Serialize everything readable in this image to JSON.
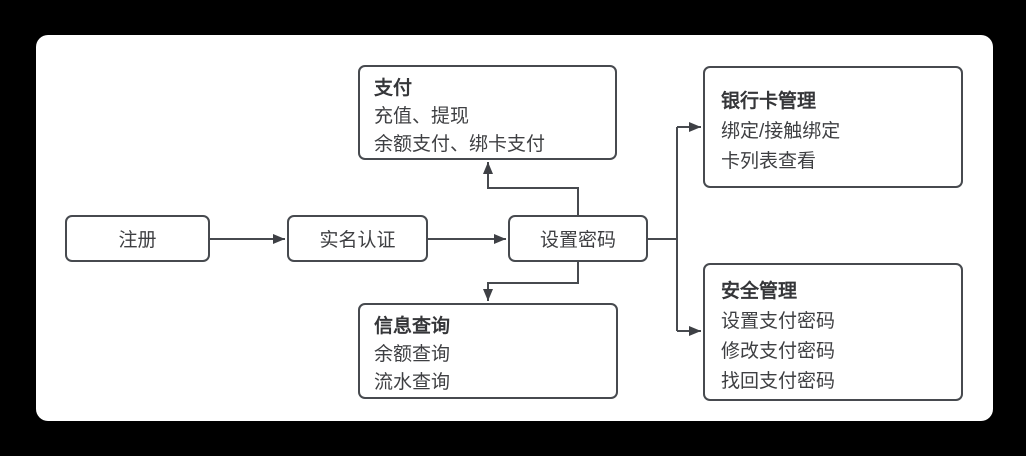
{
  "page": {
    "background_color": "#000000",
    "canvas_color": "#ffffff",
    "stroke_color": "#474a4f",
    "text_color": "#3e3f42"
  },
  "diagram": {
    "nodes": {
      "register": {
        "label": "注册"
      },
      "real_name_auth": {
        "label": "实名认证"
      },
      "set_password": {
        "label": "设置密码"
      },
      "payment": {
        "title": "支付",
        "lines": [
          "充值、提现",
          "余额支付、绑卡支付"
        ]
      },
      "info_query": {
        "title": "信息查询",
        "lines": [
          "余额查询",
          "流水查询"
        ]
      },
      "bank_card_mgmt": {
        "title": "银行卡管理",
        "lines": [
          "绑定/接触绑定",
          "卡列表查看"
        ]
      },
      "security_mgmt": {
        "title": "安全管理",
        "lines": [
          "设置支付密码",
          "修改支付密码",
          "找回支付密码"
        ]
      }
    }
  }
}
